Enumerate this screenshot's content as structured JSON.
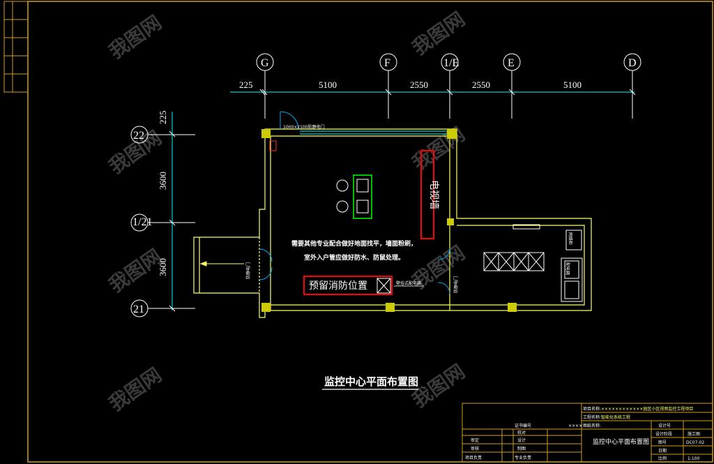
{
  "drawing": {
    "title": "监控中心平面布置图",
    "note_line1": "需要其他专业配合做好地面找平，墙面粉刷，",
    "note_line2": "室外入户管应做好防水、防鼠处理。",
    "tv_wall_label": "电视墙",
    "fire_reserve_label": "预留消防位置",
    "door_label_top": "1000×2100防静电门",
    "door_label_left": "防静电门",
    "door_label_right": "防静电门",
    "cabinet_label": "配电箱",
    "right_label": "网络柜",
    "small_label": "壁挂式配电箱"
  },
  "axes": {
    "top": [
      "G",
      "F",
      "1/E",
      "E",
      "D"
    ],
    "left": [
      "22",
      "1/21",
      "21"
    ]
  },
  "dimensions": {
    "top": [
      "225",
      "5100",
      "2550",
      "2550",
      "5100"
    ],
    "left": [
      "225",
      "3600",
      "3600"
    ]
  },
  "title_block": {
    "project_name_label": "项目名称:",
    "project_name_value": "××××××××××××园区小区视频监控工程项目",
    "sub_project_label": "工程名称:",
    "sub_project_value": "智能化系统工程",
    "drawing_name_label": "图纸名称:",
    "drawing_name_value": "监控中心平面布置图",
    "design_no_label": "设计号",
    "stage_label": "设计阶段",
    "stage_value": "施工图",
    "drawing_no_label": "图号",
    "drawing_no_value": "DC07-02",
    "date_label": "日期",
    "scale_label": "比例",
    "scale_value": "1:100",
    "approve": "审定",
    "review": "审核",
    "check": "校对",
    "design": "设计",
    "draw": "制图",
    "project_lead": "项目负责",
    "professional_lead": "专业负责",
    "certificate_label": "证书编号",
    "certificate_value": "××××"
  },
  "watermark": "我图网",
  "colors": {
    "wall": "#ffff66",
    "dimension": "#00ffff",
    "marker_fill": "#cccc00",
    "highlight_red": "#ff0000",
    "highlight_green": "#00ff00",
    "frame": "#d4a017",
    "door": "#00aaff"
  }
}
